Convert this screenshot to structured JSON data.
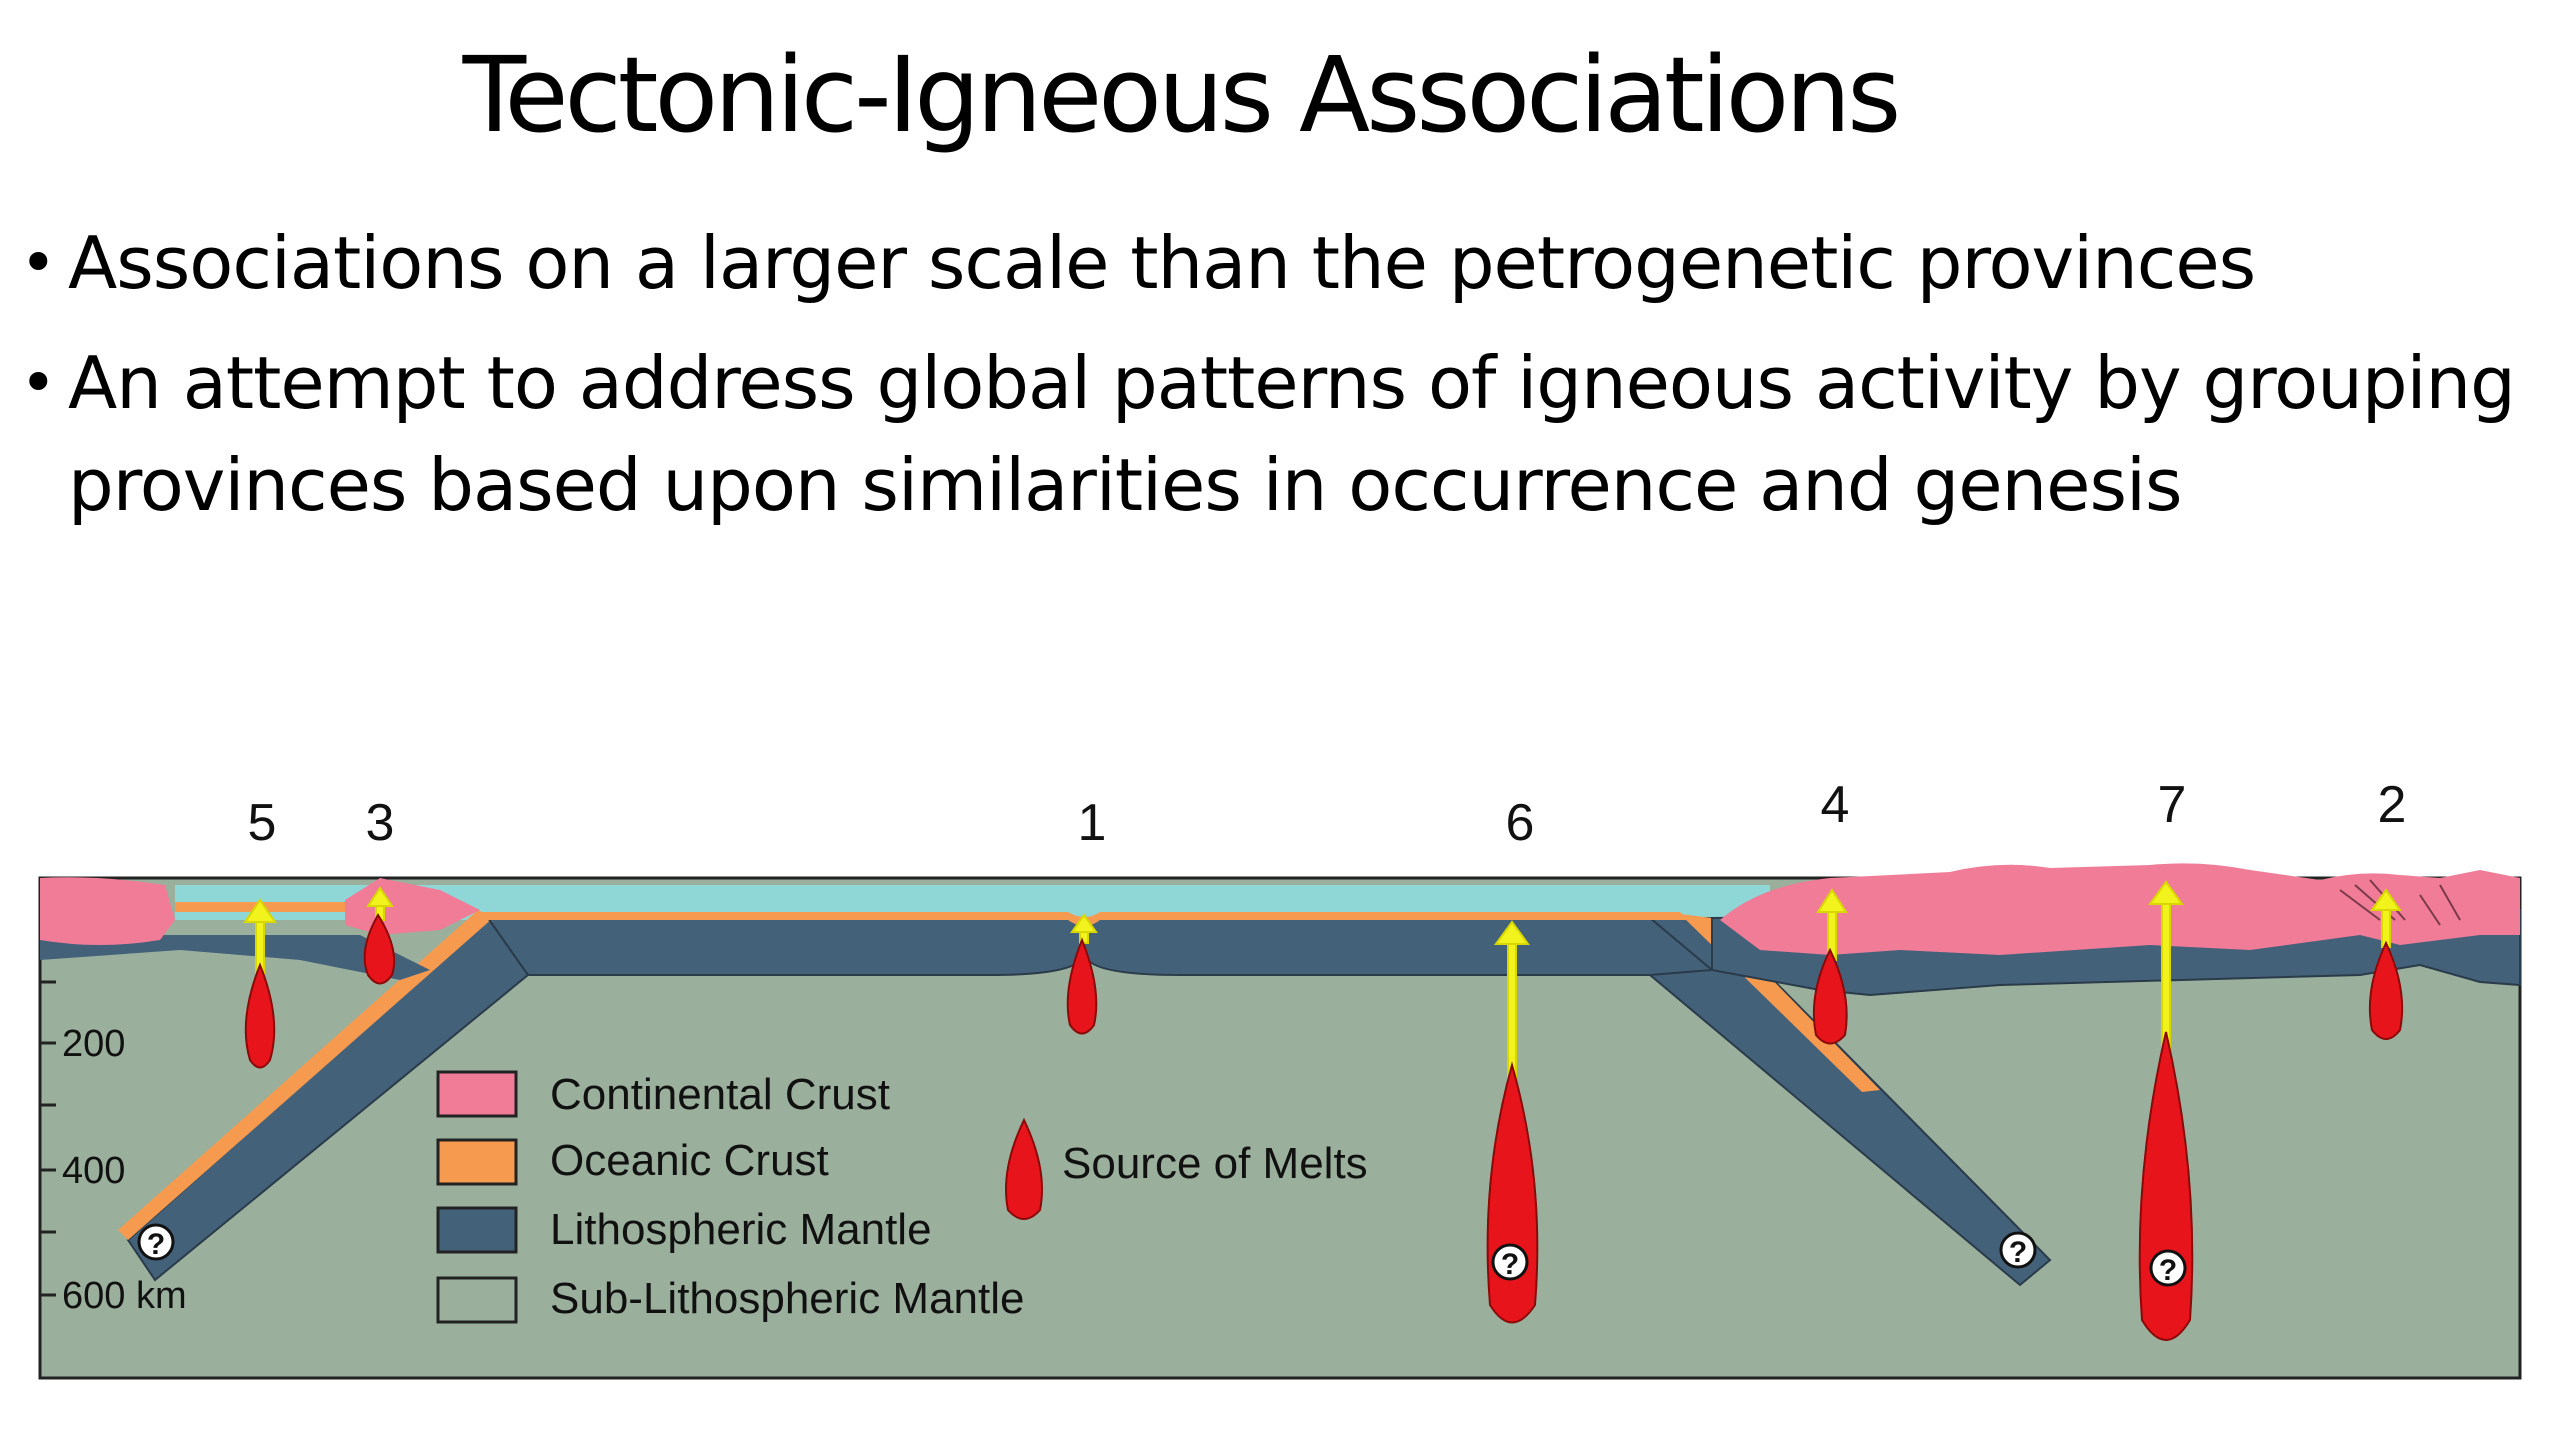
{
  "title": "Tectonic-Igneous Associations",
  "bullets": [
    "Associations on a larger scale than the petrogenetic provinces",
    "An attempt to address global patterns of igneous activity by grouping provinces based upon similarities in occurrence and genesis"
  ],
  "diagram": {
    "site_labels": [
      "5",
      "3",
      "1",
      "6",
      "4",
      "7",
      "2"
    ],
    "depth_labels": [
      "200",
      "400",
      "600 km"
    ],
    "legend": {
      "continental_crust": "Continental Crust",
      "oceanic_crust": "Oceanic Crust",
      "lithospheric_mantle": "Lithospheric Mantle",
      "sub_lithospheric_mantle": "Sub-Lithospheric Mantle",
      "source_of_melts": "Source of Melts"
    },
    "unknown_marker": "?",
    "colors": {
      "continental_crust": "#f07c98",
      "oceanic_crust": "#f59a4f",
      "lithospheric_mantle": "#44617a",
      "sub_lithospheric_mantle": "#9bb09c",
      "ocean": "#8fd6d6",
      "melt": "#e8141c",
      "arrow": "#f2f21c"
    }
  }
}
